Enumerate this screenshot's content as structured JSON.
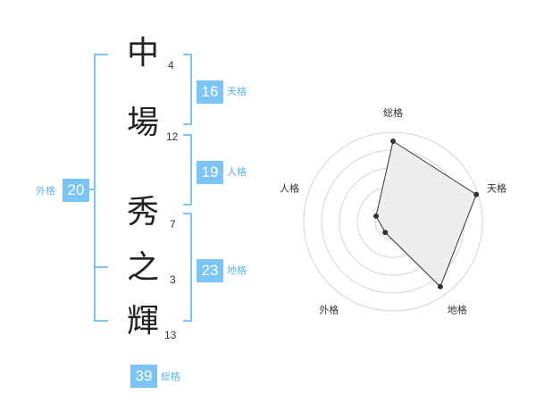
{
  "name": {
    "characters": [
      {
        "char": "中",
        "strokes": "4"
      },
      {
        "char": "場",
        "strokes": "12"
      },
      {
        "char": "秀",
        "strokes": "7"
      },
      {
        "char": "之",
        "strokes": "3"
      },
      {
        "char": "輝",
        "strokes": "13"
      }
    ]
  },
  "fortunes": {
    "tenkaku": {
      "label": "天格",
      "value": "16"
    },
    "jinkaku": {
      "label": "人格",
      "value": "19"
    },
    "chikaku": {
      "label": "地格",
      "value": "23"
    },
    "gaikaku": {
      "label": "外格",
      "value": "20"
    },
    "soukaku": {
      "label": "総格",
      "value": "39"
    }
  },
  "colors": {
    "accent": "#7cc4f5",
    "accent_text": "#5bb3ea",
    "radar_fill": "#eeeeee",
    "radar_line": "#333333"
  },
  "chart_data": {
    "type": "radar",
    "axes": [
      "総格",
      "天格",
      "地格",
      "外格",
      "人格"
    ],
    "series": [
      {
        "values": [
          0.9,
          0.98,
          0.9,
          0.15,
          0.2
        ]
      }
    ],
    "rings": 5
  }
}
